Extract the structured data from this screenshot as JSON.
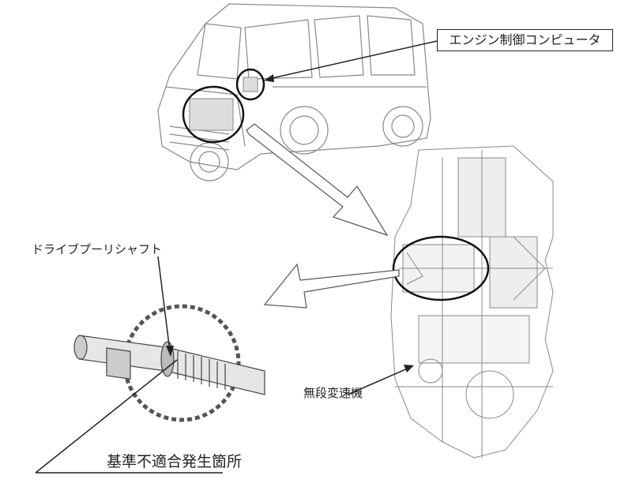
{
  "labels": {
    "ecu": "エンジン制御コンピュータ",
    "drive_pulley_shaft": "ドライブプーリシャフト",
    "cvt": "無段変速機",
    "defect_location": "基準不適合発生箇所"
  },
  "colors": {
    "line": "#222222",
    "drawing": "#777777"
  }
}
